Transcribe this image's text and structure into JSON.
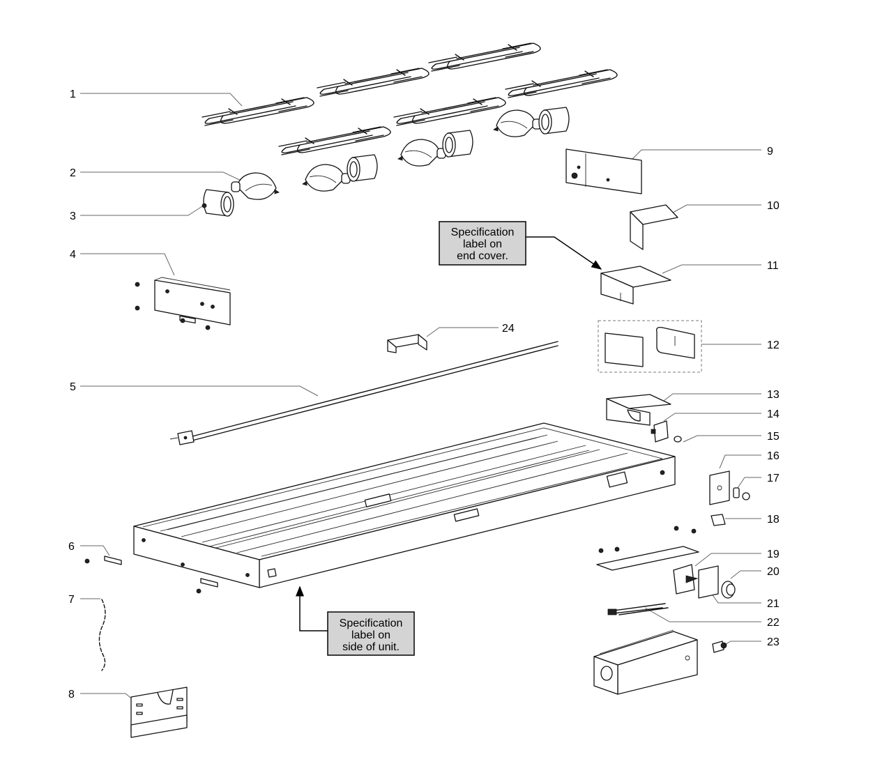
{
  "callouts": [
    "1",
    "2",
    "3",
    "4",
    "5",
    "6",
    "7",
    "8",
    "9",
    "10",
    "11",
    "12",
    "13",
    "14",
    "15",
    "16",
    "17",
    "18",
    "19",
    "20",
    "21",
    "22",
    "23",
    "24"
  ],
  "notes": {
    "end_cover": [
      "Specification",
      "label on",
      "end cover."
    ],
    "side_of_unit": [
      "Specification",
      "label on",
      "side of unit."
    ]
  }
}
